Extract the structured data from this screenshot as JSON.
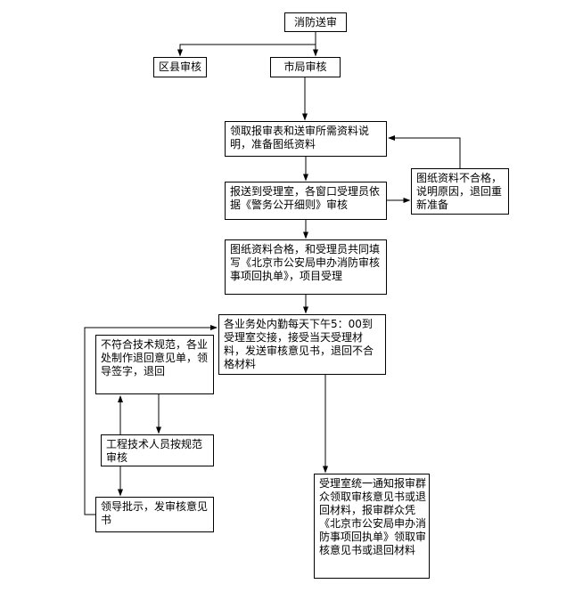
{
  "page": {
    "background_color": "#ffffff",
    "line_color": "#000000",
    "box_border_color": "#000000"
  },
  "flowchart": {
    "nodes": {
      "start": {
        "text": "消防送审"
      },
      "district_review": {
        "text": "区县审核"
      },
      "municipal_review": {
        "text": "市局审核"
      },
      "collect_forms": {
        "text": "领取报审表和送审所需资料说明，准备图纸资料"
      },
      "submit_reception": {
        "text": "报送到受理室，各窗口受理员依据《警务公开细则》审核"
      },
      "materials_unqualified": {
        "text": "图纸资料不合格，说明原因，退回重新准备"
      },
      "materials_qualified": {
        "text": "图纸资料合格，和受理员共同填写《北京市公安局申办消防审核事项回执单》，项目受理"
      },
      "daily_handover": {
        "text": "各业务处内勤每天下午5：00到受理室交接，接受当天受理材料，发送审核意见书，退回不合格材料"
      },
      "nonconforming_return": {
        "text": "不符合技术规范，各业处制作退回意见单，领导签字，退回"
      },
      "tech_review": {
        "text": "工程技术人员按规范审核"
      },
      "leader_approval": {
        "text": "领导批示，发审核意见书"
      },
      "notify_collect": {
        "text": "受理室统一通知报审群众领取审核意见书或退回材料，报审群众凭《北京市公安局申办消防事项回执单》领取审核意见书或退回材料"
      }
    },
    "edges": [
      {
        "from": "start",
        "to": "municipal_review"
      },
      {
        "from": "start",
        "to": "district_review"
      },
      {
        "from": "municipal_review",
        "to": "collect_forms"
      },
      {
        "from": "collect_forms",
        "to": "submit_reception"
      },
      {
        "from": "submit_reception",
        "to": "materials_unqualified"
      },
      {
        "from": "materials_unqualified",
        "to": "collect_forms"
      },
      {
        "from": "submit_reception",
        "to": "materials_qualified"
      },
      {
        "from": "materials_qualified",
        "to": "daily_handover"
      },
      {
        "from": "daily_handover",
        "to": "notify_collect"
      },
      {
        "from": "tech_review",
        "to": "nonconforming_return"
      },
      {
        "from": "nonconforming_return",
        "to": "tech_review"
      },
      {
        "from": "tech_review",
        "to": "leader_approval"
      },
      {
        "from": "leader_approval",
        "to": "daily_handover"
      }
    ]
  }
}
